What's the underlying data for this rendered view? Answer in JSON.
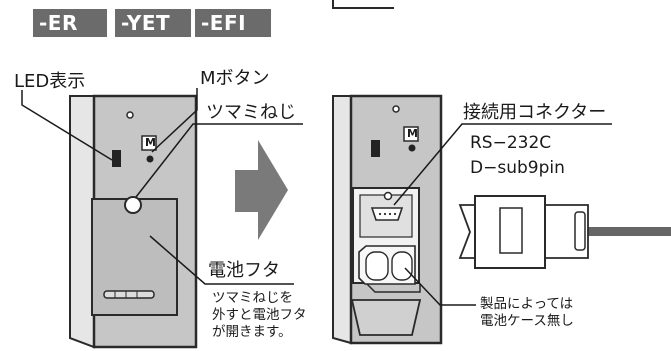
{
  "tags": [
    "-ER",
    "-YET",
    "-EFI"
  ],
  "labels": {
    "led_display": "LED表示",
    "m_button": "Mボタン",
    "knob_screw": "ツマミねじ",
    "battery_cover": "電池フタ",
    "connector": "接続用コネクター",
    "rs232c": "RS−232C",
    "dsub": "D−sub9pin",
    "note_lines": [
      "ツマミねじを",
      "外すと電池フタ",
      "が開きます。"
    ],
    "battery_note_lines": [
      "製品によっては",
      "電池ケース無し"
    ],
    "m_mark_left": "M",
    "m_mark_right": "M"
  },
  "colors": {
    "tag_bg": "#6b6b6b",
    "panel_fill": "#c4c4c4",
    "panel_edge": "#2a2a2a",
    "arrow": "#7a7a7a",
    "cable": "#666666"
  }
}
